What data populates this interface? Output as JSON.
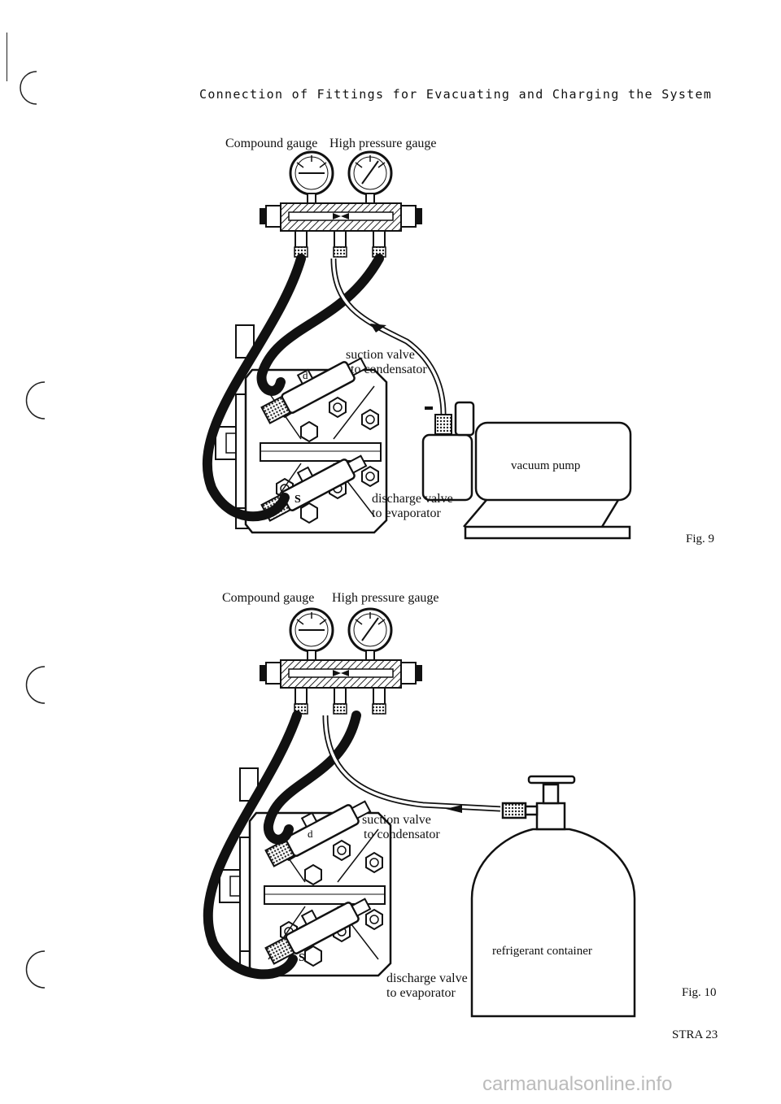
{
  "page": {
    "title": "Connection of Fittings for Evacuating and Charging the System",
    "page_code": "STRA 23",
    "watermark": "carmanualsonline.info"
  },
  "fig9": {
    "label": "Fig. 9",
    "compound_gauge": "Compound gauge",
    "high_pressure_gauge": "High pressure gauge",
    "suction_valve": "suction valve",
    "to_condensator": "to condensator",
    "discharge_valve": "discharge valve",
    "to_evaporator": "to evaporator",
    "device": "vacuum pump",
    "mark_d": "d",
    "mark_s": "S"
  },
  "fig10": {
    "label": "Fig. 10",
    "compound_gauge": "Compound gauge",
    "high_pressure_gauge": "High pressure gauge",
    "suction_valve": "suction valve",
    "to_condensator": "to condensator",
    "discharge_valve": "discharge valve",
    "to_evaporator": "to evaporator",
    "device": "refrigerant container",
    "mark_d": "d",
    "mark_s": "S"
  }
}
